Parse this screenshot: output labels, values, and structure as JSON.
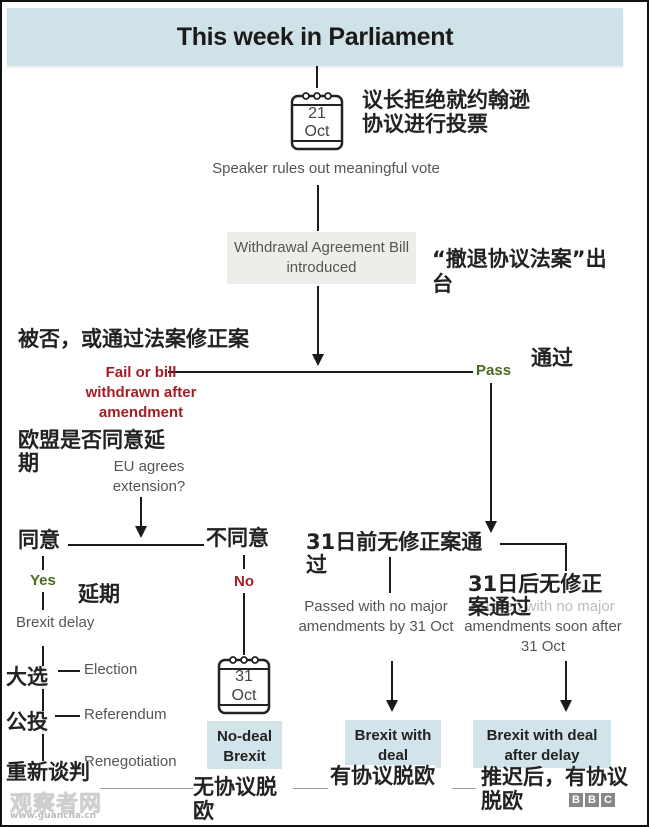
{
  "header": {
    "title": "This week in Parliament"
  },
  "step1": {
    "date_day": "21",
    "date_month": "Oct",
    "caption": "Speaker rules out meaningful vote",
    "zh_caption": "议长拒绝就约翰逊协议进行投票"
  },
  "step2": {
    "box_label": "Withdrawal Agreement Bill introduced",
    "zh_caption": "“撤退协议法案”出台"
  },
  "branch_fail": {
    "label": "Fail or bill withdrawn after amendment",
    "zh_caption": "被否，或通过法案修正案"
  },
  "branch_pass": {
    "label": "Pass",
    "zh_caption": "通过"
  },
  "eu_question": {
    "label": "EU agrees extension?",
    "zh_caption": "欧盟是否同意延期"
  },
  "eu_yes": {
    "zh_label": "同意",
    "label": "Yes",
    "outcome": "Brexit delay",
    "zh_outcome": "延期",
    "options": [
      {
        "label": "Election",
        "zh": "大选"
      },
      {
        "label": "Referendum",
        "zh": "公投"
      },
      {
        "label": "Renegotiation",
        "zh": "重新谈判"
      }
    ]
  },
  "eu_no": {
    "zh_label": "不同意",
    "label": "No",
    "date_day": "31",
    "date_month": "Oct",
    "outcome": "No-deal Brexit",
    "zh_outcome": "无协议脱欧"
  },
  "pass_before": {
    "label": "Passed with no major amendments by 31 Oct",
    "zh_caption": "31日前无修正案通过",
    "outcome": "Brexit with deal",
    "zh_outcome": "有协议脱欧"
  },
  "pass_after": {
    "label": "Passed with no major amendments soon after 31 Oct",
    "zh_caption": "31日后无修正案通过",
    "outcome": "Brexit with deal after delay",
    "zh_outcome": "推迟后，有协议脱欧"
  },
  "footer": {
    "watermark_zh": "观察者网",
    "watermark_url": "www.guancha.cn",
    "brand": [
      "B",
      "B",
      "C"
    ]
  }
}
